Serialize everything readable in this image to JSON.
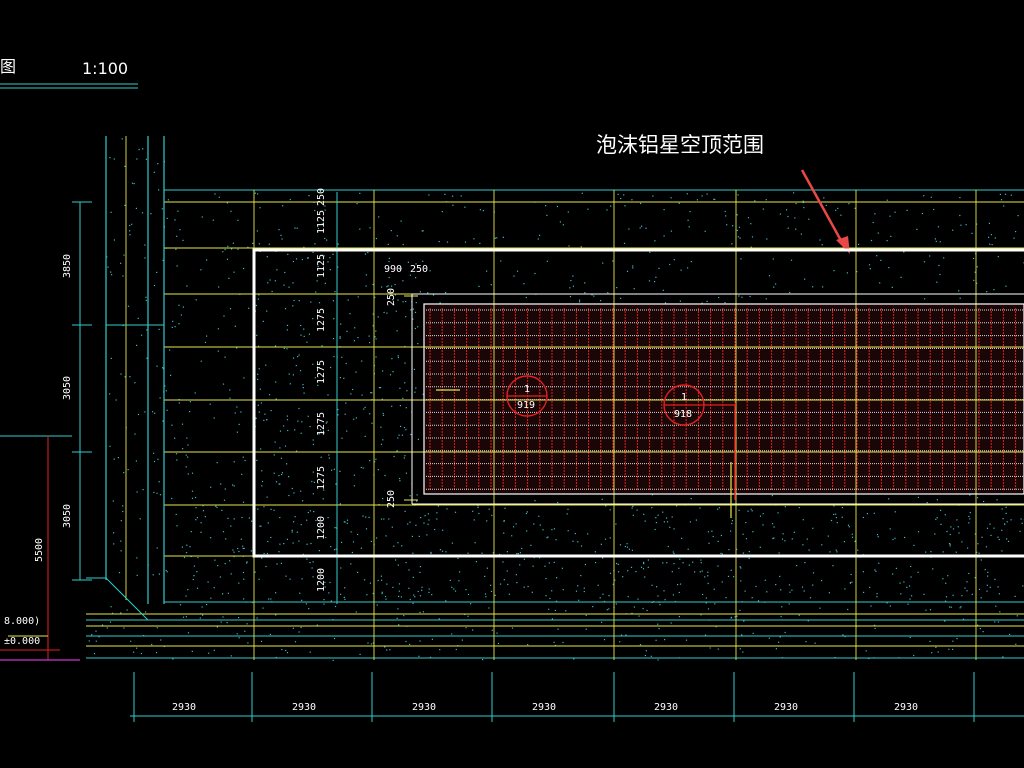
{
  "drawing": {
    "title_char": "图",
    "scale": "1:100",
    "annotation": "泡沫铝星空顶范围",
    "colors": {
      "background": "#000000",
      "grid_yellow": "#e6e64a",
      "cyan": "#33cccc",
      "white": "#ffffff",
      "red": "#e02020",
      "arrow": "#e84848",
      "speckle": "#40b8c8"
    },
    "bottom_dims": [
      "2930",
      "2930",
      "2930",
      "2930",
      "2930",
      "2930",
      "2930"
    ],
    "left_dims": [
      "3850",
      "3050",
      "3050"
    ],
    "left_total": "5500",
    "row_dims": [
      "250",
      "1125",
      "1125",
      "1275",
      "1275",
      "1275",
      "1275",
      "1200",
      "1200"
    ],
    "top_small_dims": [
      "990",
      "250"
    ],
    "side_small_dims": [
      "250",
      "250"
    ],
    "elev_labels": [
      "8.000)",
      "±0.000"
    ],
    "detail_tags": [
      {
        "num": "1",
        "ref": "919"
      },
      {
        "num": "1",
        "ref": "918"
      }
    ]
  }
}
